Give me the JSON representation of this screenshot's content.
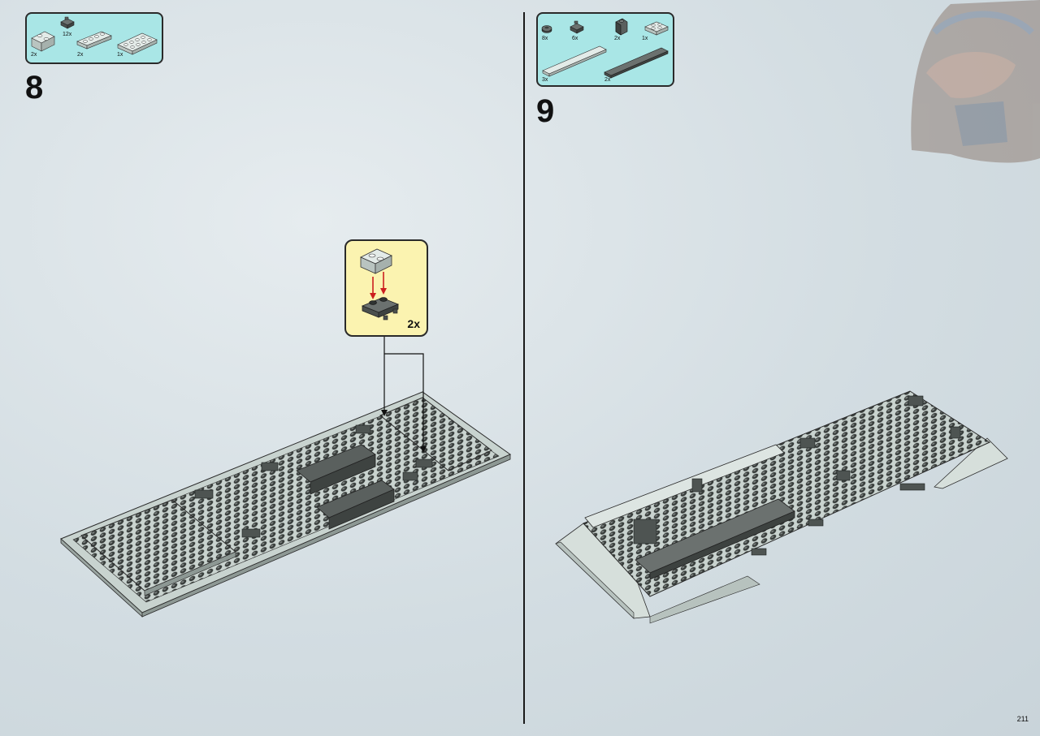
{
  "steps": [
    {
      "number": "8",
      "parts": [
        {
          "icon": "brick-1x2-light-gray-icon",
          "qty": "2x"
        },
        {
          "icon": "clip-plate-dark-gray-icon",
          "qty": "12x"
        },
        {
          "icon": "plate-1x4-light-gray-icon",
          "qty": "2x"
        },
        {
          "icon": "plate-2x4-light-gray-icon",
          "qty": "1x"
        }
      ],
      "callout": {
        "qty": "2x"
      }
    },
    {
      "number": "9",
      "parts": [
        {
          "icon": "round-plate-dark-gray-icon",
          "qty": "8x"
        },
        {
          "icon": "clip-plate-dark-gray-icon",
          "qty": "6x"
        },
        {
          "icon": "slope-dark-gray-icon",
          "qty": "2x"
        },
        {
          "icon": "plate-2x2-light-gray-icon",
          "qty": "1x"
        },
        {
          "icon": "tile-light-gray-long-icon",
          "qty": "3x"
        },
        {
          "icon": "tile-dark-gray-long-icon",
          "qty": "2x"
        }
      ]
    }
  ],
  "page_number": "211",
  "colors": {
    "parts_box": "#a9e6e6",
    "callout_box": "#fbf3b0",
    "light_gray": "#c8d3cf",
    "dark_gray": "#5a605e",
    "arrow_red": "#cc1f1f"
  }
}
